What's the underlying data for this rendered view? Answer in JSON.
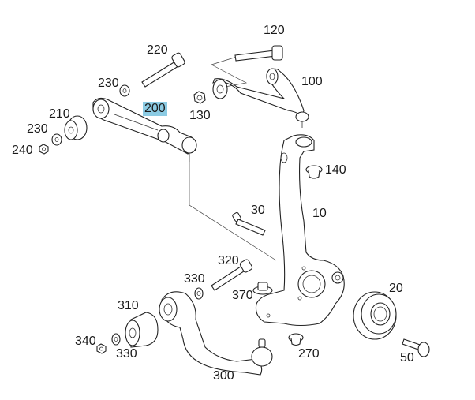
{
  "diagram": {
    "title": "Front axle suspension parts diagram",
    "highlighted_part": "200",
    "highlight_color": "#8ccbe3",
    "labels": [
      {
        "id": "120",
        "text": "120"
      },
      {
        "id": "220",
        "text": "220"
      },
      {
        "id": "230a",
        "text": "230"
      },
      {
        "id": "100",
        "text": "100"
      },
      {
        "id": "200",
        "text": "200"
      },
      {
        "id": "130",
        "text": "130"
      },
      {
        "id": "210",
        "text": "210"
      },
      {
        "id": "230b",
        "text": "230"
      },
      {
        "id": "240",
        "text": "240"
      },
      {
        "id": "140",
        "text": "140"
      },
      {
        "id": "30",
        "text": "30"
      },
      {
        "id": "10",
        "text": "10"
      },
      {
        "id": "320",
        "text": "320"
      },
      {
        "id": "330a",
        "text": "330"
      },
      {
        "id": "370",
        "text": "370"
      },
      {
        "id": "20",
        "text": "20"
      },
      {
        "id": "310",
        "text": "310"
      },
      {
        "id": "340",
        "text": "340"
      },
      {
        "id": "330b",
        "text": "330"
      },
      {
        "id": "270",
        "text": "270"
      },
      {
        "id": "300",
        "text": "300"
      },
      {
        "id": "50",
        "text": "50"
      }
    ]
  }
}
